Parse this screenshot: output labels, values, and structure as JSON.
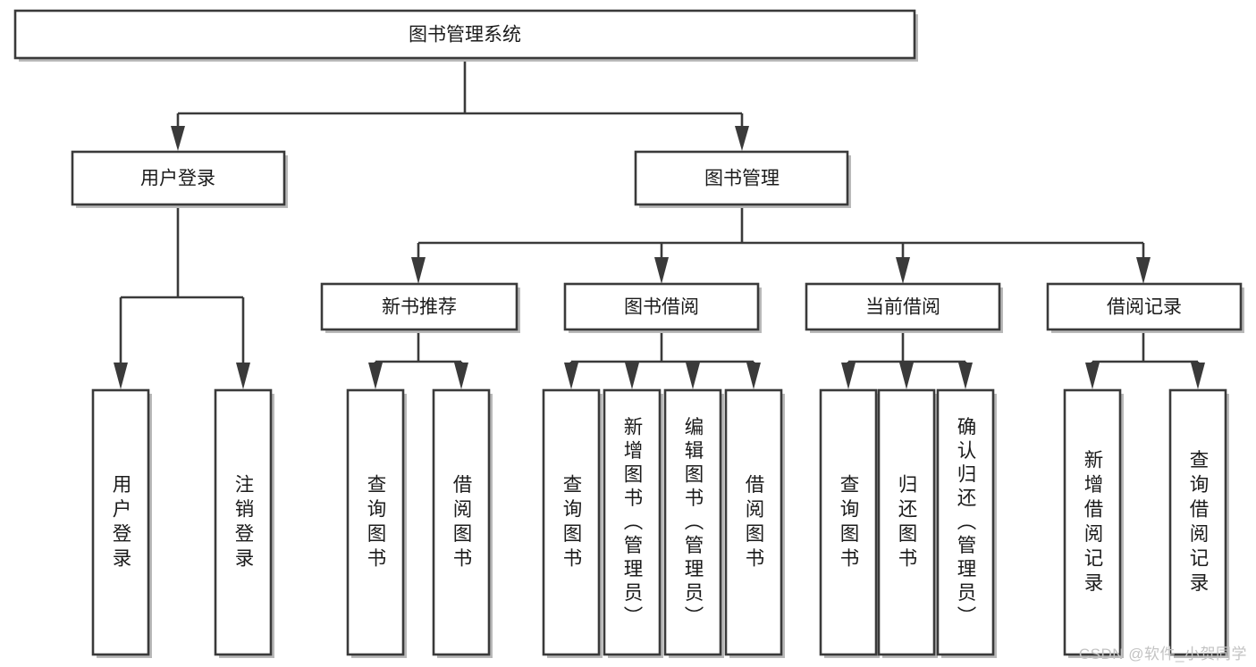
{
  "diagram": {
    "type": "tree-hierarchy-chart",
    "title": "图书管理系统",
    "background_color": "#ffffff",
    "box_stroke_color": "#3a3a3a",
    "box_fill_color": "#ffffff",
    "text_color": "#1b1b1b",
    "watermark": "CSDN @软件_小贺同学",
    "watermark_color": "#c3c3c3",
    "levels": [
      {
        "level": 0,
        "nodes": [
          {
            "id": "root",
            "label": "图书管理系统",
            "orientation": "horizontal"
          }
        ]
      },
      {
        "level": 1,
        "nodes": [
          {
            "id": "user-login",
            "label": "用户登录",
            "orientation": "horizontal",
            "parent": "root"
          },
          {
            "id": "book-manage",
            "label": "图书管理",
            "orientation": "horizontal",
            "parent": "root"
          }
        ]
      },
      {
        "level": 2,
        "nodes": [
          {
            "id": "new-book-rec",
            "label": "新书推荐",
            "orientation": "horizontal",
            "parent": "book-manage"
          },
          {
            "id": "book-borrow",
            "label": "图书借阅",
            "orientation": "horizontal",
            "parent": "book-manage"
          },
          {
            "id": "current-borrow",
            "label": "当前借阅",
            "orientation": "horizontal",
            "parent": "book-manage"
          },
          {
            "id": "borrow-record",
            "label": "借阅记录",
            "orientation": "horizontal",
            "parent": "book-manage"
          }
        ]
      },
      {
        "level": 3,
        "nodes": [
          {
            "id": "leaf-user-login",
            "label": "用户登录",
            "orientation": "vertical",
            "parent": "user-login"
          },
          {
            "id": "leaf-logout",
            "label": "注销登录",
            "orientation": "vertical",
            "parent": "user-login"
          },
          {
            "id": "leaf-query-book-1",
            "label": "查询图书",
            "orientation": "vertical",
            "parent": "new-book-rec"
          },
          {
            "id": "leaf-borrow-book-1",
            "label": "借阅图书",
            "orientation": "vertical",
            "parent": "new-book-rec"
          },
          {
            "id": "leaf-query-book-2",
            "label": "查询图书",
            "orientation": "vertical",
            "parent": "book-borrow"
          },
          {
            "id": "leaf-add-book",
            "label": "新增图书（管理员）",
            "orientation": "vertical",
            "parent": "book-borrow"
          },
          {
            "id": "leaf-edit-book",
            "label": "编辑图书（管理员）",
            "orientation": "vertical",
            "parent": "book-borrow"
          },
          {
            "id": "leaf-borrow-book-2",
            "label": "借阅图书",
            "orientation": "vertical",
            "parent": "book-borrow"
          },
          {
            "id": "leaf-query-book-3",
            "label": "查询图书",
            "orientation": "vertical",
            "parent": "current-borrow"
          },
          {
            "id": "leaf-return-book",
            "label": "归还图书",
            "orientation": "vertical",
            "parent": "current-borrow"
          },
          {
            "id": "leaf-confirm-return",
            "label": "确认归还（管理员）",
            "orientation": "vertical",
            "parent": "current-borrow"
          },
          {
            "id": "leaf-add-record",
            "label": "新增借阅记录",
            "orientation": "vertical",
            "parent": "borrow-record"
          },
          {
            "id": "leaf-query-record",
            "label": "查询借阅记录",
            "orientation": "vertical",
            "parent": "borrow-record"
          }
        ]
      }
    ]
  }
}
